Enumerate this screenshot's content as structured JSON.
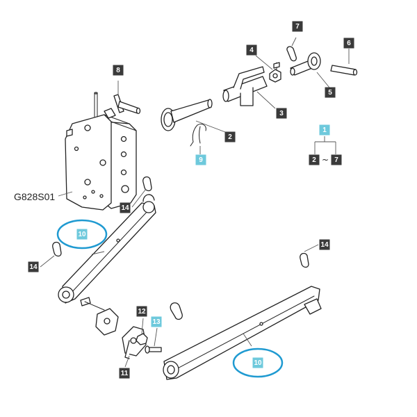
{
  "diagram_code": "G828S01",
  "range_separator": "~",
  "colors": {
    "label_dark": "#3a3a3a",
    "label_highlight": "#6ec9dc",
    "circle_highlight": "#1f9ad1"
  },
  "labels": {
    "p1": "1",
    "p2": "2",
    "p3": "3",
    "p4": "4",
    "p5": "5",
    "p6": "6",
    "p7": "7",
    "p8": "8",
    "p9": "9",
    "p10a": "10",
    "p10b": "10",
    "p11": "11",
    "p12": "12",
    "p13": "13",
    "p14a": "14",
    "p14b": "14",
    "p14c": "14",
    "range_from": "2",
    "range_to": "7"
  }
}
